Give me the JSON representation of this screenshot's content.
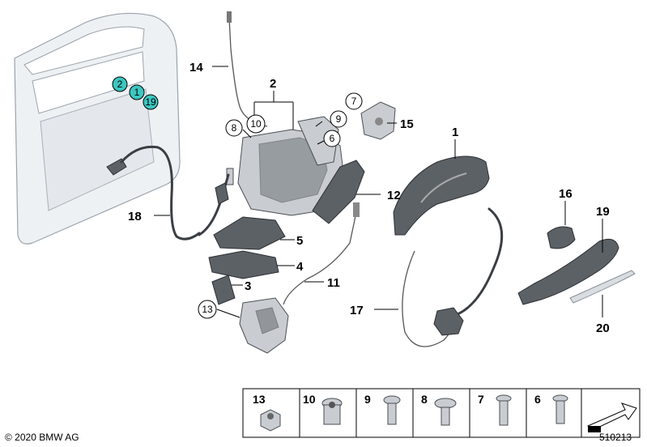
{
  "callouts": [
    "1",
    "2",
    "3",
    "4",
    "5",
    "6",
    "7",
    "8",
    "9",
    "10",
    "11",
    "12",
    "13",
    "14",
    "15",
    "16",
    "17",
    "18",
    "19",
    "20"
  ],
  "door_markers": [
    "2",
    "1",
    "19"
  ],
  "circled": {
    "c7": "7",
    "c8": "8",
    "c9": "9",
    "c10": "10",
    "c6": "6",
    "c13": "13"
  },
  "table": {
    "cells": [
      "13",
      "10",
      "9",
      "8",
      "7",
      "6"
    ]
  },
  "copyright": "© 2020 BMW AG",
  "diagram_id": "510213",
  "colors": {
    "marker_fill": "#3cc6c0",
    "part_grey": "#c9cdd1",
    "outline": "#4a4f55"
  }
}
